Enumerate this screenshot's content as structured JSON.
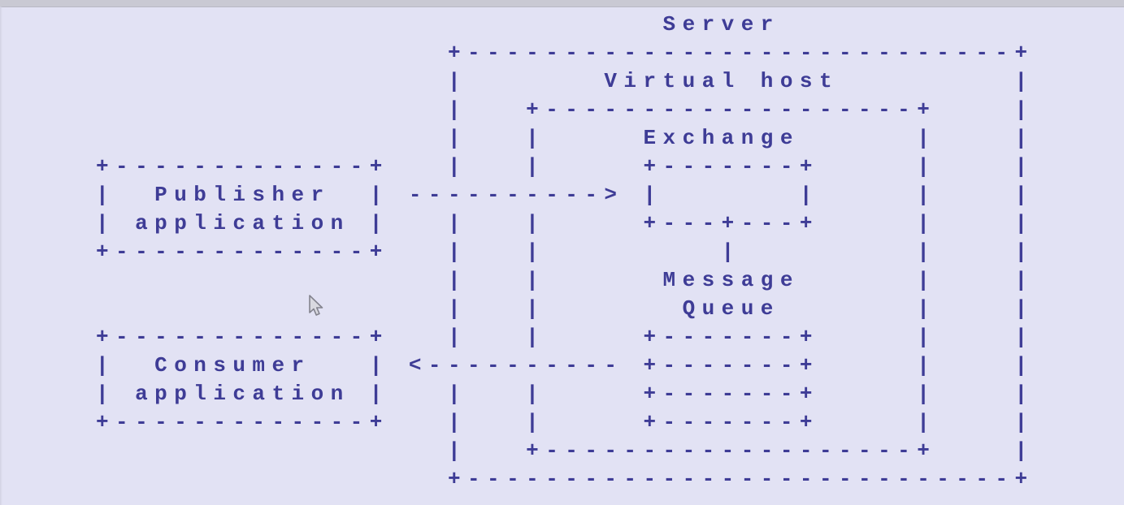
{
  "colors": {
    "background": "#e2e2f4",
    "ink": "#3e3c96",
    "top_bar": "#c9c9d3"
  },
  "diagram": {
    "ascii": "                             Server\n                  +----------------------------+\n                  |       Virtual host         |\n                  |   +-------------------+    |\n                  |   |     Exchange      |    |\n+-------------+   |   |     +-------+     |    |\n|  Publisher  | ----------> |       |     |    |\n| application |   |   |     +---+---+     |    |\n+-------------+   |   |         |         |    |\n                  |   |      Message      |    |\n                  |   |       Queue       |    |\n+-------------+   |   |     +-------+     |    |\n|  Consumer   | <---------- +-------+     |    |\n| application |   |   |     +-------+     |    |\n+-------------+   |   |     +-------+     |    |\n                  |   +-------------------+    |\n                  +----------------------------+",
    "components": {
      "server_label": "Server",
      "virtual_host_label": "Virtual host",
      "exchange_label": "Exchange",
      "message_queue_label_line1": "Message",
      "message_queue_label_line2": "Queue",
      "publisher_label_line1": "Publisher",
      "publisher_label_line2": "application",
      "consumer_label_line1": "Consumer",
      "consumer_label_line2": "application"
    },
    "arrows": {
      "publish_arrow_glyphs": "---------->",
      "consume_arrow_glyphs": "<----------"
    }
  }
}
